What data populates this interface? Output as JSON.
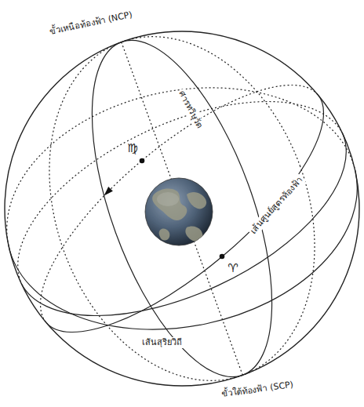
{
  "diagram": {
    "labels": [
      "ขั้วเหนือท้องฟ้า (NCP)",
      "ศารทวิษุวัต",
      "♍",
      "เส้นศูนย์สูตรท้องฟ้า",
      "♈",
      "เส้นสุริยวิถี",
      "ขั้วใต้ท้องฟ้า (SCP)"
    ]
  }
}
